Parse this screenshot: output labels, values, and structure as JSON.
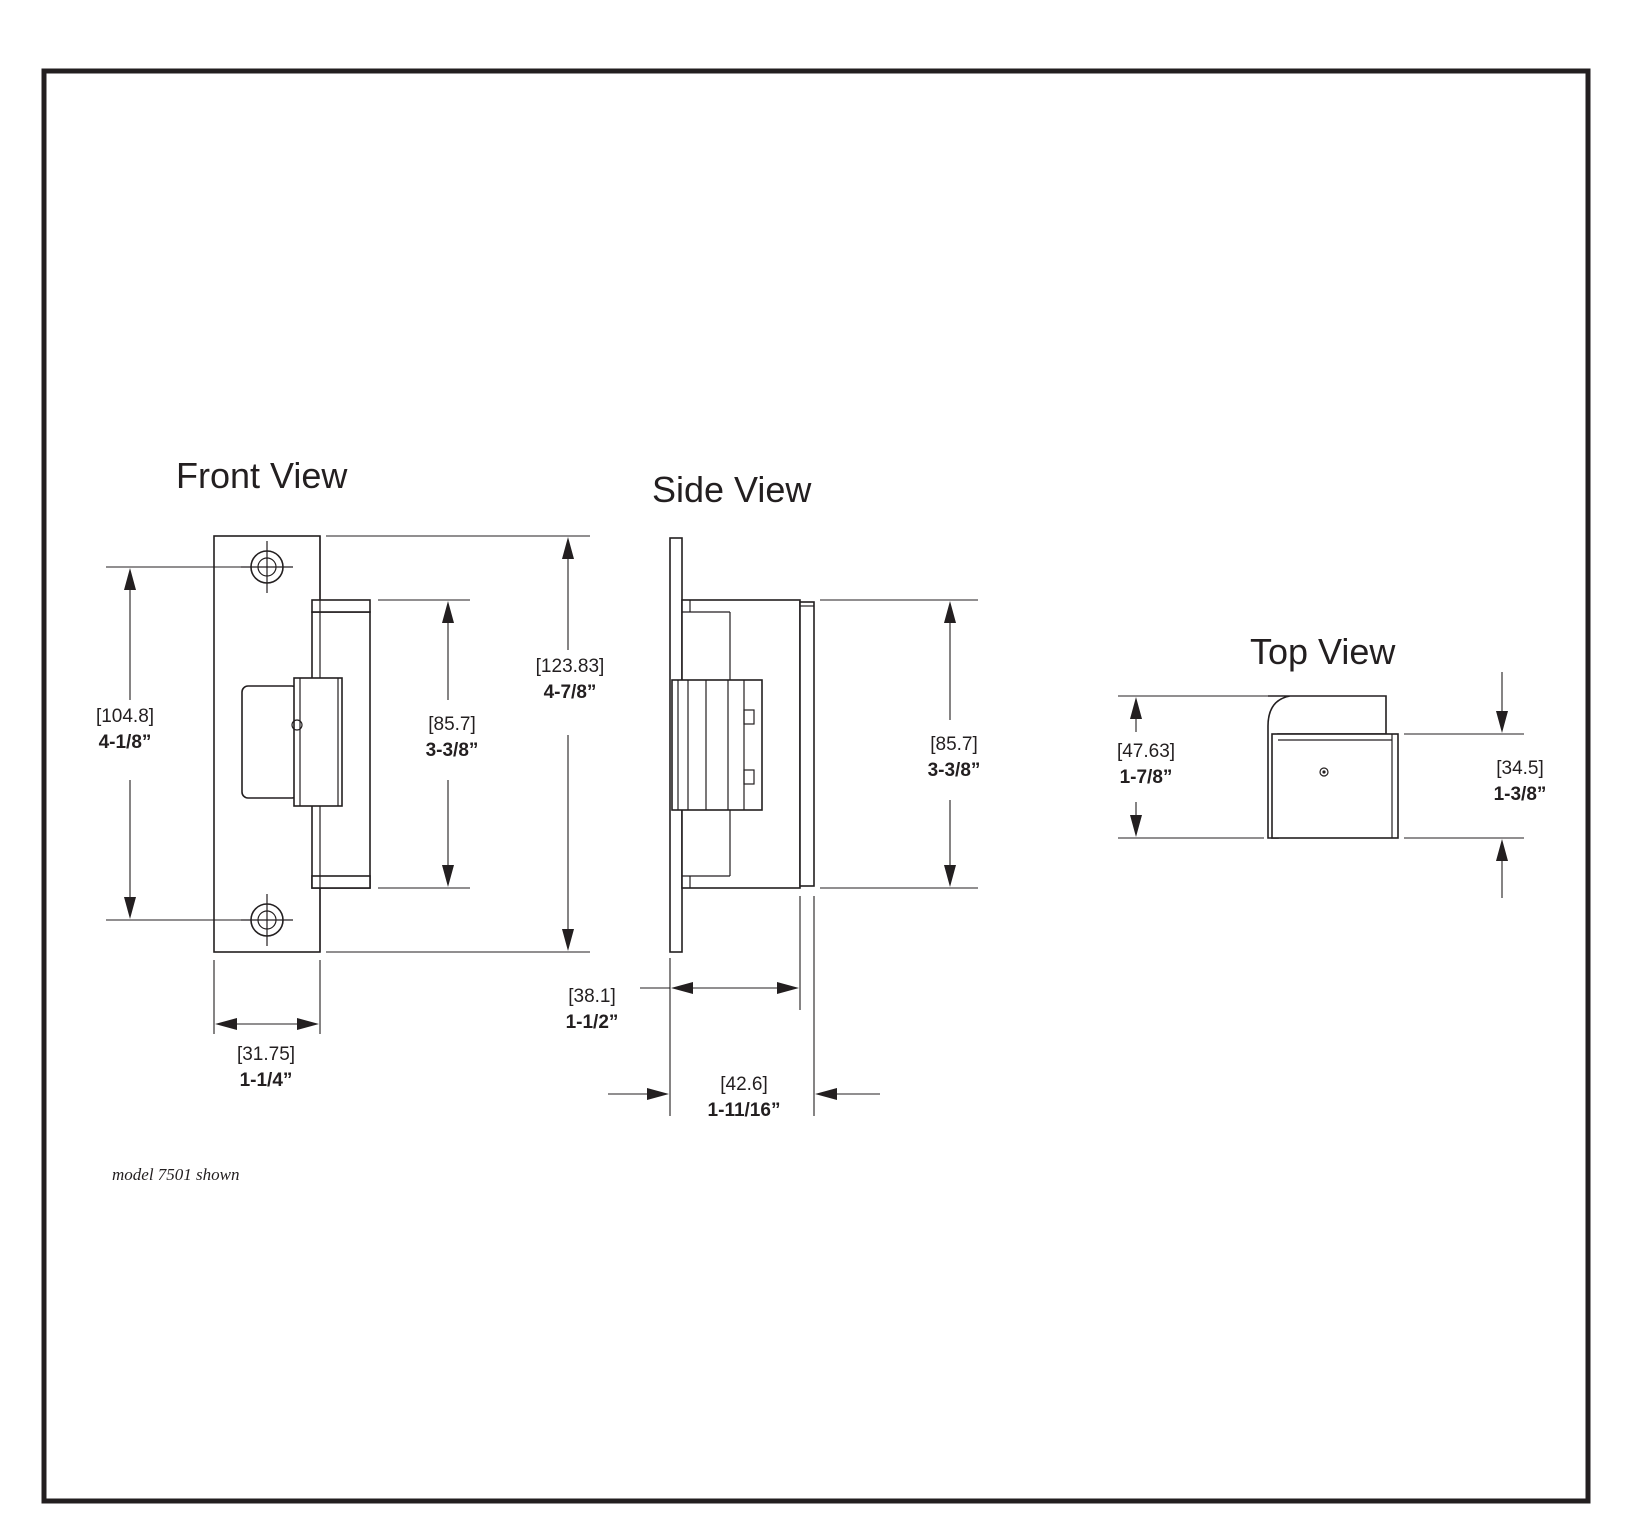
{
  "views": {
    "front": {
      "title": "Front View",
      "dims": {
        "mounting_holes": {
          "mm": "[104.8]",
          "in": "4-1/8”"
        },
        "housing_height": {
          "mm": "[85.7]",
          "in": "3-3/8”"
        },
        "overall_height": {
          "mm": "[123.83]",
          "in": "4-7/8”"
        },
        "faceplate_width": {
          "mm": "[31.75]",
          "in": "1-1/4”"
        }
      }
    },
    "side": {
      "title": "Side View",
      "dims": {
        "housing_height": {
          "mm": "[85.7]",
          "in": "3-3/8”"
        },
        "body_depth": {
          "mm": "[38.1]",
          "in": "1-1/2”"
        },
        "overall_depth": {
          "mm": "[42.6]",
          "in": "1-11/16”"
        }
      }
    },
    "top": {
      "title": "Top View",
      "dims": {
        "overall_depth": {
          "mm": "[47.63]",
          "in": "1-7/8”"
        },
        "body_depth": {
          "mm": "[34.5]",
          "in": "1-3/8”"
        }
      }
    }
  },
  "note": "model 7501 shown",
  "colors": {
    "ink": "#231f20",
    "background": "#ffffff"
  }
}
